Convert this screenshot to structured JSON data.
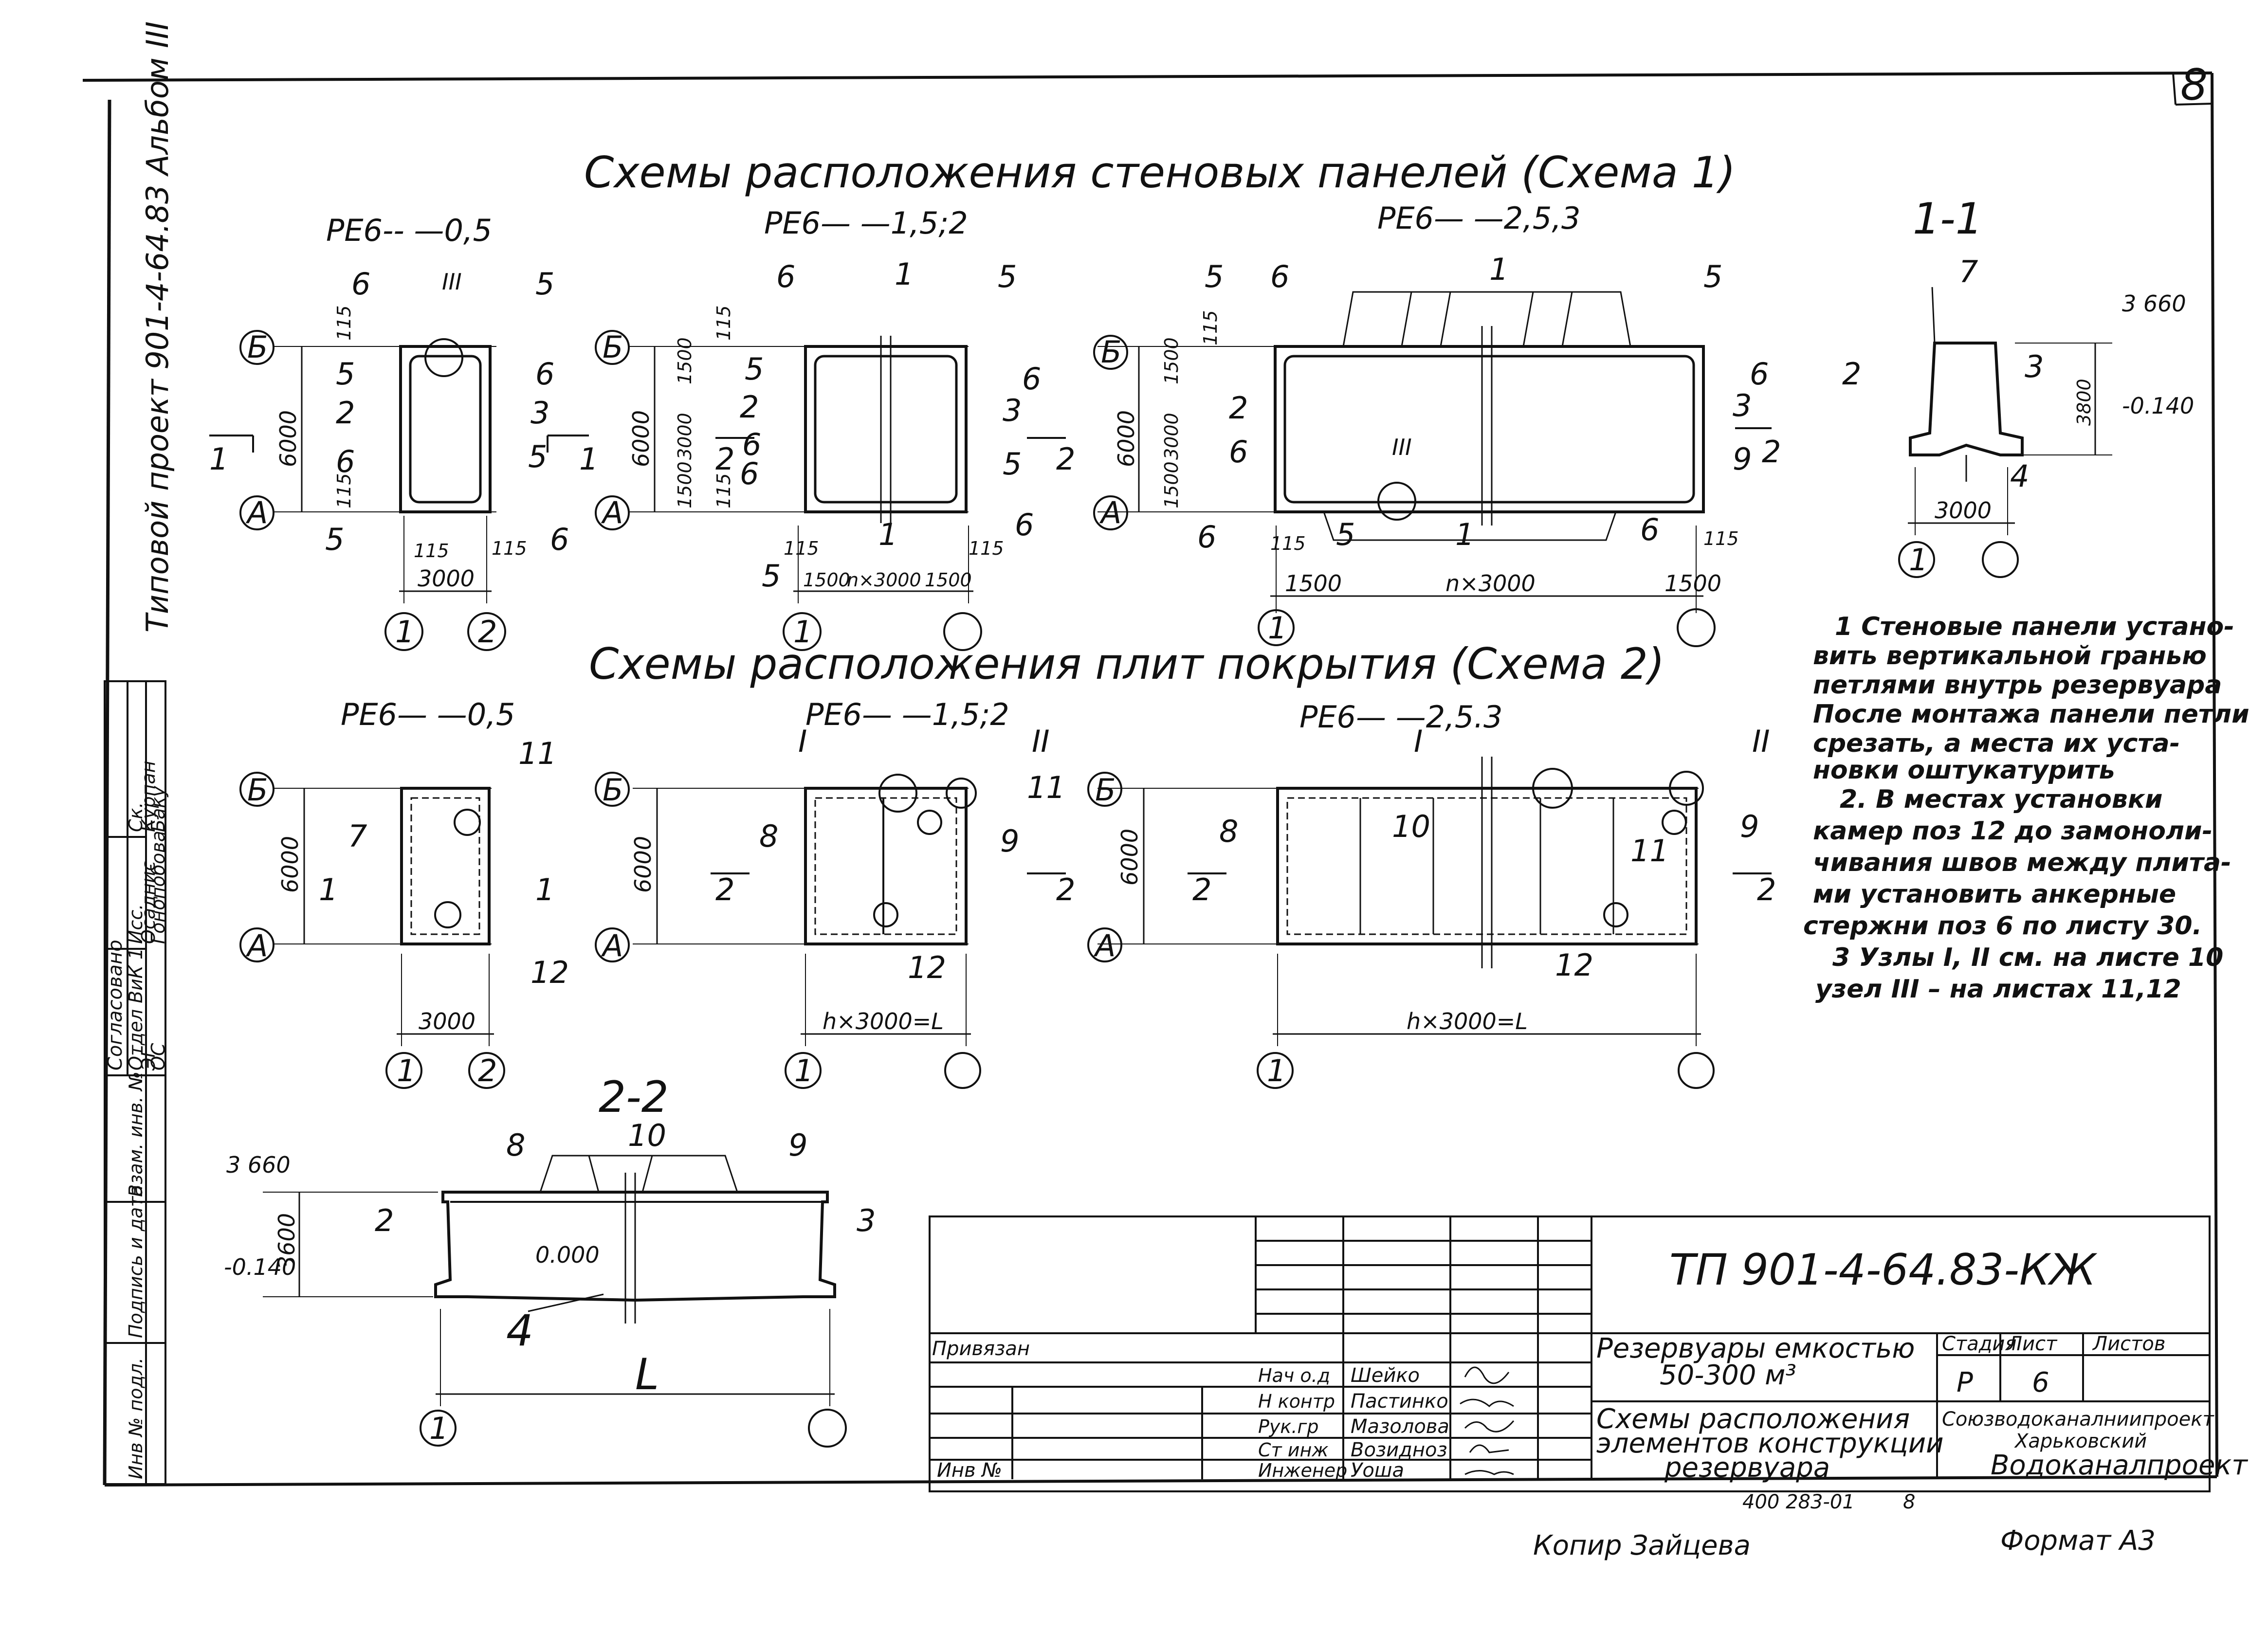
{
  "page_number": "8",
  "left_strip": {
    "vertical_title": "Типовой проект 901-4-64.83 Альбом III",
    "approval_title": "Согласовано",
    "approval_rows": [
      [
        "Отдел ВиК 1",
        "Исс.",
        "Ск."
      ],
      [
        "ЭГ",
        "Осаднис",
        "Курпан"
      ],
      [
        "ОС",
        "Гонопобова",
        "Баку"
      ]
    ],
    "inv_labels": [
      "Инв № подл.",
      "Подпись и дата",
      "Взам. инв. №"
    ]
  },
  "section_titles": {
    "scheme1": "Схемы расположения стеновых панелей (Схема 1)",
    "scheme2": "Схемы расположения плит покрытия (Схема 2)"
  },
  "scheme1": {
    "a": {
      "title": "РЕ6-- —0,5",
      "marks": [
        "6",
        "III",
        "5",
        "115",
        "6",
        "5",
        "3",
        "2",
        "6",
        "5",
        "6",
        "115",
        "5",
        "115",
        "115",
        "6"
      ],
      "axes": [
        "Б",
        "А",
        "1",
        "2"
      ],
      "dims": [
        "6000",
        "3000"
      ],
      "cuts": [
        "1",
        "1"
      ]
    },
    "b": {
      "title": "РЕ6— —1,5;2",
      "marks": [
        "6",
        "1",
        "5",
        "115",
        "5",
        "2",
        "6",
        "6",
        "3",
        "6",
        "5",
        "115",
        "115",
        "5",
        "1",
        "115",
        "6"
      ],
      "axes": [
        "Б",
        "А",
        "1"
      ],
      "dims": [
        "6000",
        "1500",
        "3000",
        "1500",
        "1500",
        "n×3000",
        "1500"
      ],
      "cuts": [
        "2",
        "2"
      ]
    },
    "c": {
      "title": "РЕ6— —2,5,3",
      "marks": [
        "5",
        "6",
        "1",
        "5",
        "115",
        "2",
        "6",
        "III",
        "6",
        "3",
        "9",
        "5",
        "6",
        "115",
        "1",
        "6",
        "115"
      ],
      "axes": [
        "Б",
        "А",
        "1"
      ],
      "dims": [
        "6000",
        "1500",
        "3000",
        "1500",
        "1500",
        "n×3000",
        "1500"
      ],
      "cuts": [
        "2"
      ]
    },
    "section": {
      "title": "1-1",
      "marks": [
        "7",
        "2",
        "3",
        "4",
        "3 660",
        "3800",
        "-0.140",
        "3000"
      ],
      "axes": [
        "1"
      ]
    }
  },
  "scheme2": {
    "a": {
      "title": "РЕ6— —0,5",
      "marks": [
        "11",
        "7",
        "12"
      ],
      "axes": [
        "Б",
        "А",
        "1",
        "2"
      ],
      "dims": [
        "6000",
        "3000"
      ],
      "cuts": [
        "1",
        "1"
      ]
    },
    "b": {
      "title": "РЕ6— —1,5;2",
      "marks": [
        "I",
        "II",
        "8",
        "11",
        "9",
        "12"
      ],
      "axes": [
        "Б",
        "А",
        "1"
      ],
      "dims": [
        "6000",
        "h×3000=L"
      ],
      "cuts": [
        "2",
        "2"
      ]
    },
    "c": {
      "title": "РЕ6— —2,5.3",
      "marks": [
        "I",
        "II",
        "8",
        "10",
        "11",
        "9",
        "12"
      ],
      "axes": [
        "Б",
        "А",
        "1"
      ],
      "dims": [
        "6000",
        "h×3000=L"
      ],
      "cuts": [
        "2",
        "2"
      ]
    }
  },
  "section22": {
    "title": "2-2",
    "marks": [
      "8",
      "10",
      "9",
      "2",
      "3",
      "4"
    ],
    "levels": [
      "3 660",
      "-0.140",
      "0.000"
    ],
    "dims": [
      "3600",
      "L"
    ],
    "axes": [
      "1"
    ]
  },
  "notes": [
    "1 Стеновые панели устано-",
    "вить вертикальной гранью",
    "петлями внутрь резервуара",
    "После монтажа панели петли",
    "срезать, а места их уста-",
    "новки оштукатурить",
    "2. В местах установки",
    "камер поз 12 до замоноли-",
    "чивания швов между плита-",
    "ми установить анкерные",
    "стержни поз 6 по листу 30.",
    "3 Узлы I, II см. на листе 10",
    "узел III – на листах 11,12"
  ],
  "title_block": {
    "code": "ТП 901-4-64.83-КЖ",
    "object_line1": "Резервуары емкостью",
    "object_line2": "50-300 м³",
    "sheet_name_line1": "Схемы расположения",
    "sheet_name_line2": "элементов конструкции",
    "sheet_name_line3": "резервуара",
    "stage_header": "Стадия",
    "sheet_header": "Лист",
    "sheets_header": "Листов",
    "stage": "Р",
    "sheet": "6",
    "sheets": "",
    "org_line1": "Союзводоканалниипроект",
    "org_line2": "Харьковский",
    "org_line3": "Водоканалпроект",
    "privyazan": "Привязан",
    "inv_no": "Инв №",
    "people": [
      {
        "role": "Нач о.д",
        "name": "Шейко"
      },
      {
        "role": "Н контр",
        "name": "Пастинко"
      },
      {
        "role": "Рук.гр",
        "name": "Мазолова"
      },
      {
        "role": "Ст инж",
        "name": "Возидноз"
      },
      {
        "role": "Инженер",
        "name": "Уоша"
      }
    ],
    "archive_no": "400 283-01",
    "archive_sheet": "8"
  },
  "footer": {
    "copied": "Копир Зайцева",
    "format": "Формат А3"
  }
}
